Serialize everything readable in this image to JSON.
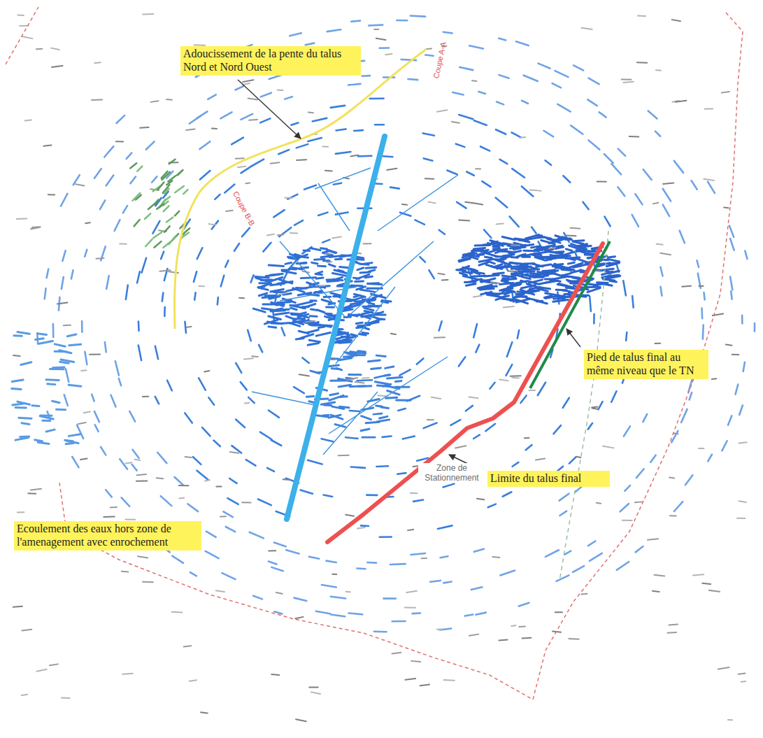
{
  "diagram": {
    "nodes": [
      {
        "text": [
          "Adoucissement de la pente du talus Nord et Nord Ouest"
        ]
      },
      {
        "text": [
          "Pied de talus final au même niveau que le TN"
        ]
      },
      {
        "text": [
          "Limite du talus final"
        ]
      },
      {
        "text": [
          "Ecoulement des eaux hors zone de l'amenagement avec enrochement"
        ]
      }
    ],
    "labels": [
      "Zone de Stationnement",
      "Coupe A-A",
      "Coupe B-B"
    ]
  }
}
